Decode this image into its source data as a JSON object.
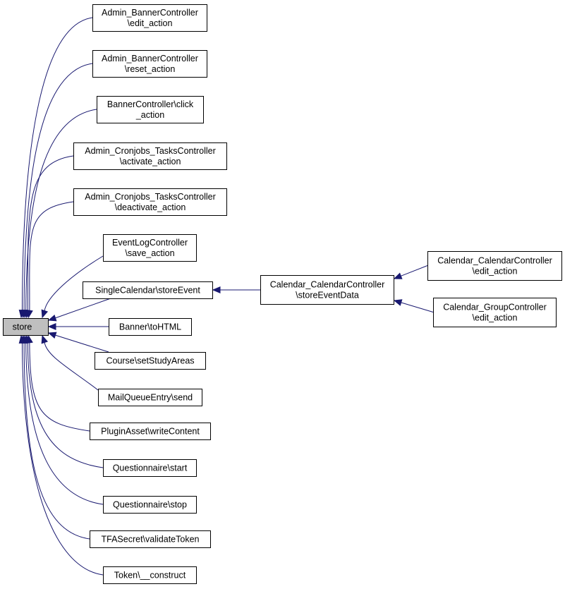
{
  "root": {
    "label": "store"
  },
  "callers": [
    {
      "id": "n1",
      "lines": [
        "Admin_BannerController",
        "\\edit_action"
      ]
    },
    {
      "id": "n2",
      "lines": [
        "Admin_BannerController",
        "\\reset_action"
      ]
    },
    {
      "id": "n3",
      "lines": [
        "BannerController\\click",
        "_action"
      ]
    },
    {
      "id": "n4",
      "lines": [
        "Admin_Cronjobs_TasksController",
        "\\activate_action"
      ]
    },
    {
      "id": "n5",
      "lines": [
        "Admin_Cronjobs_TasksController",
        "\\deactivate_action"
      ]
    },
    {
      "id": "n6",
      "lines": [
        "EventLogController",
        "\\save_action"
      ]
    },
    {
      "id": "n7",
      "lines": [
        "SingleCalendar\\storeEvent"
      ]
    },
    {
      "id": "n8",
      "lines": [
        "Banner\\toHTML"
      ]
    },
    {
      "id": "n9",
      "lines": [
        "Course\\setStudyAreas"
      ]
    },
    {
      "id": "n10",
      "lines": [
        "MailQueueEntry\\send"
      ]
    },
    {
      "id": "n11",
      "lines": [
        "PluginAsset\\writeContent"
      ]
    },
    {
      "id": "n12",
      "lines": [
        "Questionnaire\\start"
      ]
    },
    {
      "id": "n13",
      "lines": [
        "Questionnaire\\stop"
      ]
    },
    {
      "id": "n14",
      "lines": [
        "TFASecret\\validateToken"
      ]
    },
    {
      "id": "n15",
      "lines": [
        "Token\\__construct"
      ]
    }
  ],
  "second_level": [
    {
      "id": "m1",
      "target": "n7",
      "lines": [
        "Calendar_CalendarController",
        "\\storeEventData"
      ]
    }
  ],
  "third_level": [
    {
      "id": "k1",
      "target": "m1",
      "lines": [
        "Calendar_CalendarController",
        "\\edit_action"
      ]
    },
    {
      "id": "k2",
      "target": "m1",
      "lines": [
        "Calendar_GroupController",
        "\\edit_action"
      ]
    }
  ],
  "colors": {
    "edge": "#191970",
    "root_fill": "#bfbfbf",
    "node_fill": "#ffffff",
    "border": "#000000"
  }
}
